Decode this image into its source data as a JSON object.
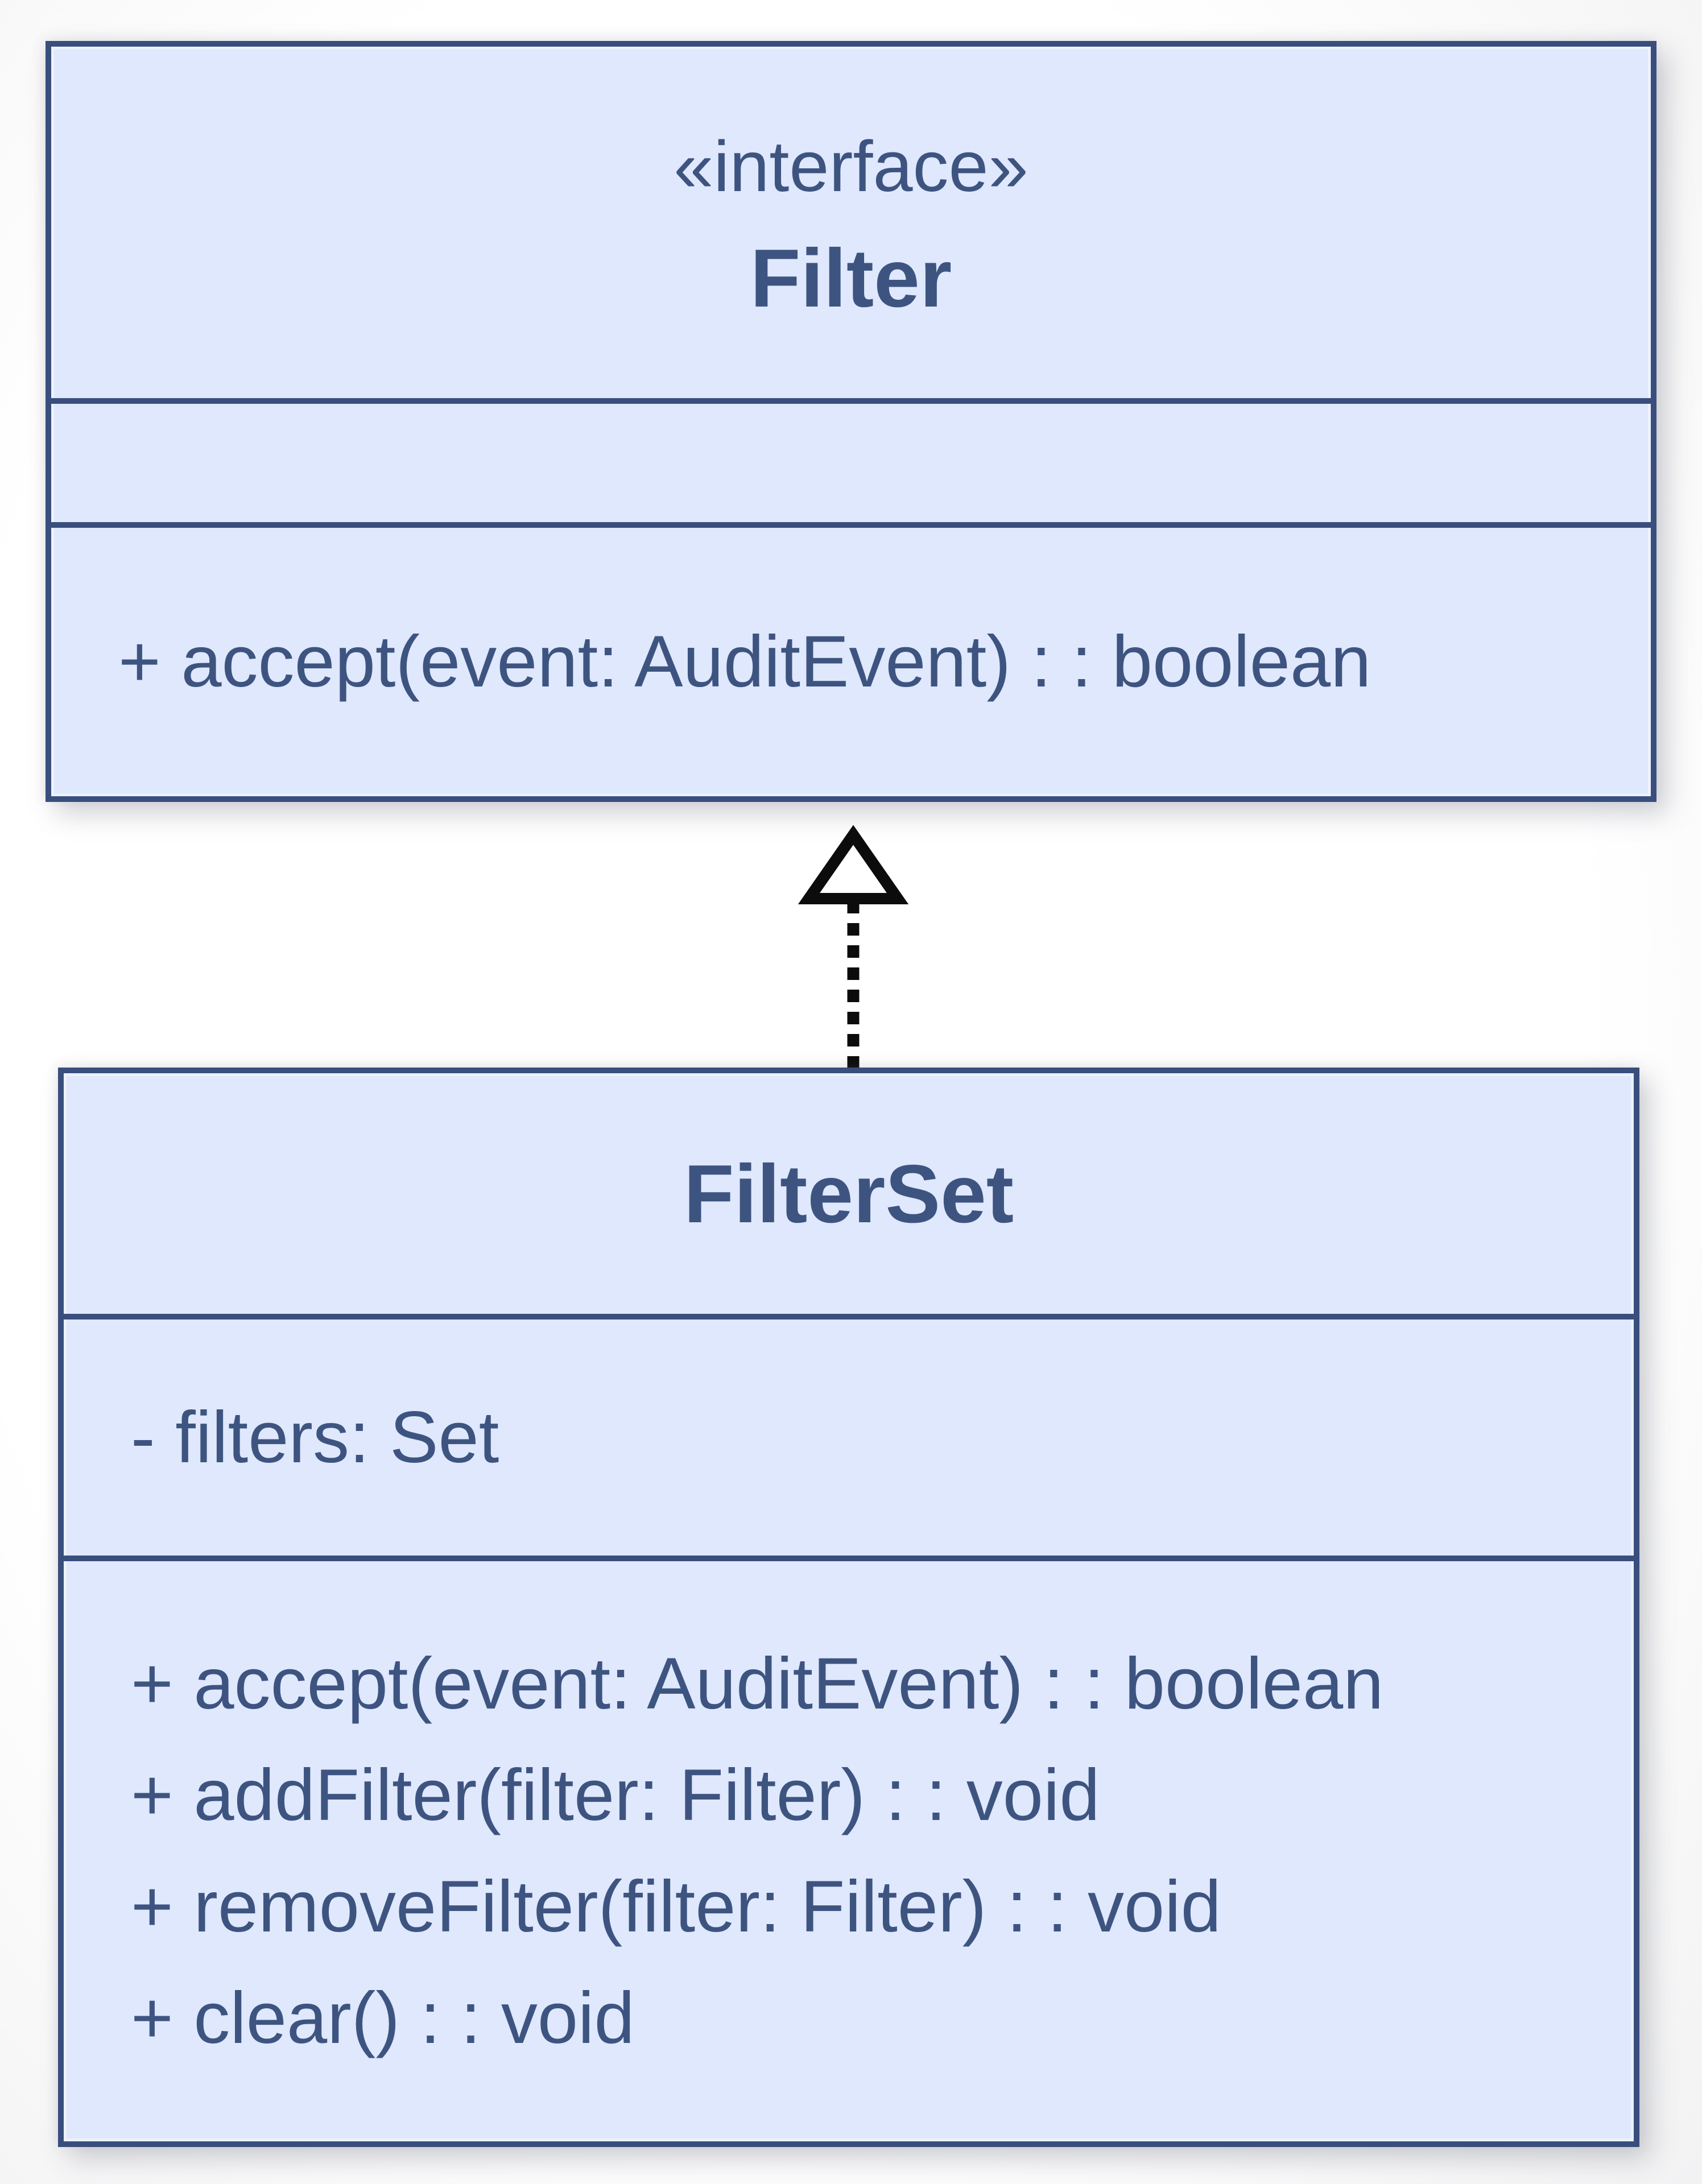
{
  "diagram": {
    "interface_box": {
      "stereotype": "«interface»",
      "name": "Filter",
      "methods": {
        "0": "+ accept(event: AuditEvent) : : boolean"
      }
    },
    "class_box": {
      "name": "FilterSet",
      "attributes": {
        "0": "- filters: Set"
      },
      "methods": {
        "0": "+ accept(event: AuditEvent) : : boolean",
        "1": "+ addFilter(filter: Filter) : : void",
        "2": "+ removeFilter(filter: Filter) : : void",
        "3": "+ clear() : : void"
      }
    },
    "relationship": "realization (dashed arrow, hollow triangle pointing to interface)",
    "colors": {
      "box_fill": "#dfe8fc",
      "box_border": "#394e7c",
      "text": "#3e5480",
      "arrow": "#0c0c0c",
      "background": "#fdfdfd"
    }
  }
}
